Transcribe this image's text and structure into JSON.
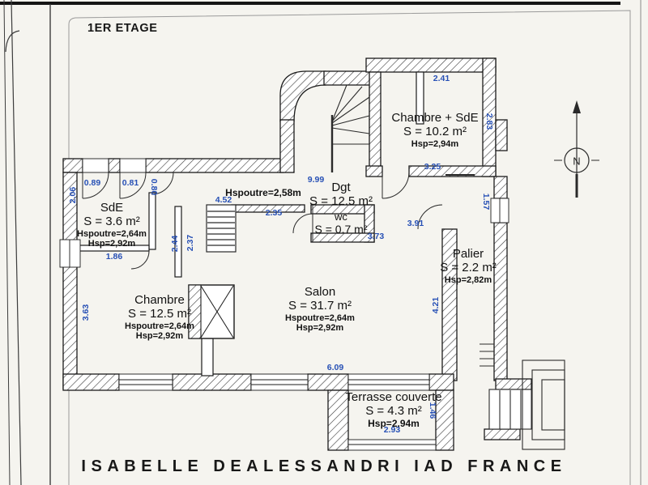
{
  "page": {
    "floor_title": "1ER ETAGE",
    "footer": "ISABELLE DEALESSANDRI IAD FRANCE"
  },
  "compass": {
    "north_label": "N"
  },
  "colors": {
    "dimension_text": "#2750b5",
    "wall_line": "#1b1b1b",
    "paper": "#f5f4ef"
  },
  "rooms": [
    {
      "name": "Chambre + SdE",
      "area": "S = 10.2 m²",
      "hsp": "Hsp=2,94m"
    },
    {
      "name": "Dgt",
      "area": "S = 12.5 m²",
      "hspoutre": "Hspoutre=2,58m"
    },
    {
      "name": "wc",
      "area": "S = 0.7 m²"
    },
    {
      "name": "SdE",
      "area": "S = 3.6 m²",
      "hspoutre": "Hspoutre=2,64m",
      "hsp": "Hsp=2,92m"
    },
    {
      "name": "Chambre",
      "area": "S = 12.5 m²",
      "hspoutre": "Hspoutre=2,64m",
      "hsp": "Hsp=2,92m"
    },
    {
      "name": "Salon",
      "area": "S = 31.7 m²",
      "hspoutre": "Hspoutre=2,64m",
      "hsp": "Hsp=2,92m"
    },
    {
      "name": "Palier",
      "area": "S = 2.2 m²",
      "hsp": "Hsp=2,82m"
    },
    {
      "name": "Terrasse couverte",
      "area": "S = 4.3 m²",
      "hsp": "Hsp=2,94m"
    }
  ],
  "dims": {
    "chambre_sde_width_top": "2.41",
    "chambre_sde_height_right": "2.83",
    "chambre_sde_width_bottom": "3.25",
    "dgt_length": "9.99",
    "corridor_width": "4.52",
    "corridor_wall": "2.35",
    "wc_bottom": "3.73",
    "right_window": "1.57",
    "palier_opening": "3.91",
    "palier_height": "4.21",
    "sde_door_left": "0.89",
    "sde_door_right": "0.81",
    "sde_side_opening": "0.80",
    "sde_height": "2.06",
    "sde_bottom": "1.86",
    "stair_wall_left": "2.44",
    "stair_wall_right": "2.37",
    "chambre_height": "3.63",
    "salon_width_bottom": "6.09",
    "terrasse_width": "2.93",
    "terrasse_height": "1.46"
  }
}
